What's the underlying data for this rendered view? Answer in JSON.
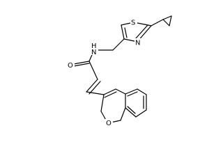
{
  "molecule": {
    "atoms": {
      "S": "S",
      "N_thiazole": "N",
      "N_amide": "N",
      "H_amide": "H",
      "O_carbonyl": "O",
      "O_chromene": "O"
    }
  }
}
